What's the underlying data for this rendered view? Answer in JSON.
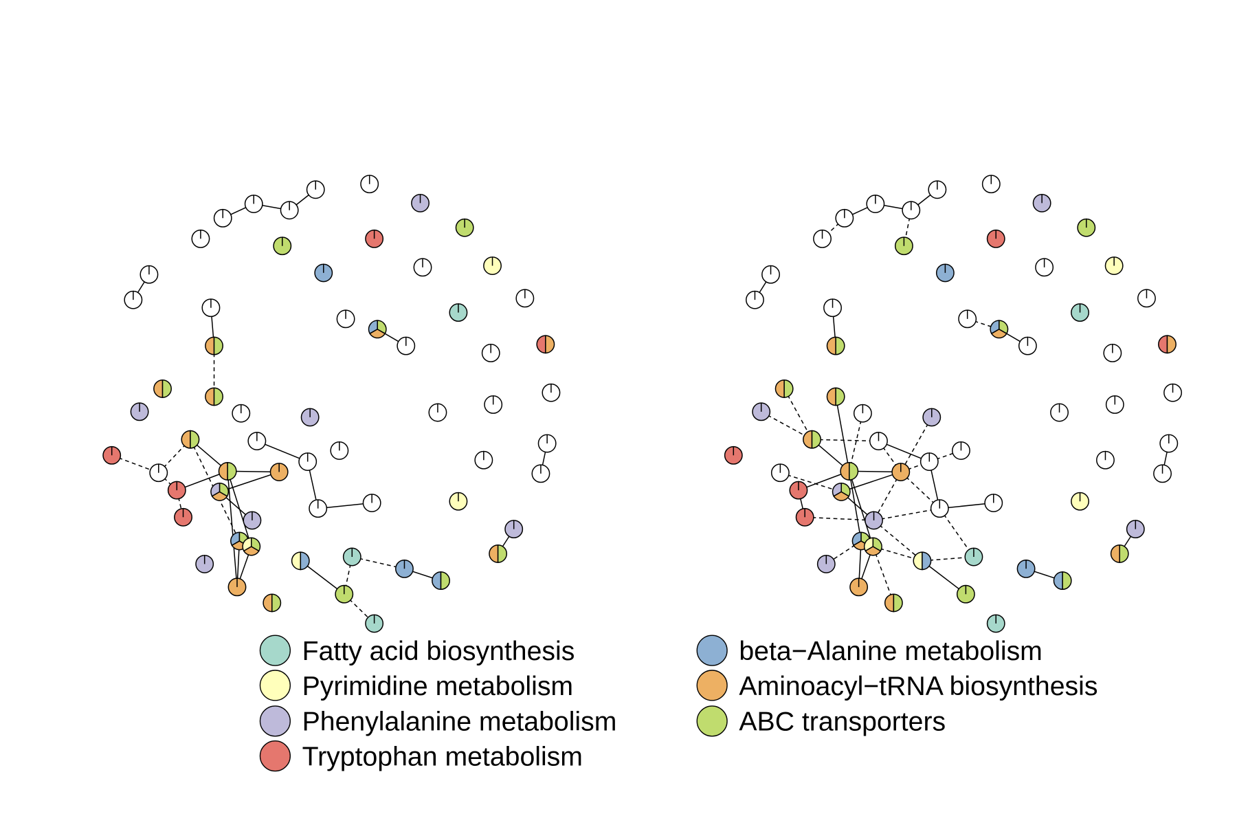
{
  "pathways": {
    "fatty": {
      "label": "Fatty acid biosynthesis",
      "color": "#A6D8CB"
    },
    "pyr": {
      "label": "Pyrimidine metabolism",
      "color": "#FFFFBB"
    },
    "phe": {
      "label": "Phenylalanine metabolism",
      "color": "#BEBADA"
    },
    "trp": {
      "label": "Tryptophan metabolism",
      "color": "#E5776E"
    },
    "beta": {
      "label": "beta−Alanine metabolism",
      "color": "#8DB0D3"
    },
    "amino": {
      "label": "Aminoacyl−tRNA biosynthesis",
      "color": "#EDB063"
    },
    "abc": {
      "label": "ABC transporters",
      "color": "#C0DC6E"
    },
    "none": {
      "label": "",
      "color": "#FFFFFF"
    }
  },
  "legend": {
    "left": [
      "fatty",
      "pyr",
      "phe",
      "trp"
    ],
    "right": [
      "beta",
      "amino",
      "abc"
    ],
    "labels": {
      "fatty": "Fatty acid biosynthesis",
      "pyr": "Pyrimidine metabolism",
      "phe": "Phenylalanine metabolism",
      "trp": "Tryptophan metabolism",
      "beta": "beta−Alanine metabolism",
      "amino": "Aminoacyl−tRNA biosynthesis",
      "abc": "ABC transporters"
    }
  },
  "nodes": [
    [
      "none"
    ],
    [
      "none"
    ],
    [
      "none"
    ],
    [
      "none"
    ],
    [
      "none"
    ],
    [
      "none"
    ],
    [
      "phe"
    ],
    [
      "abc"
    ],
    [
      "trp"
    ],
    [
      "abc"
    ],
    [
      "beta"
    ],
    [
      "none"
    ],
    [
      "pyr"
    ],
    [
      "none"
    ],
    [
      "none"
    ],
    [
      "none"
    ],
    [
      "fatty"
    ],
    [
      "none"
    ],
    [
      "none"
    ],
    [
      "beta",
      "amino",
      "abc"
    ],
    [
      "none"
    ],
    [
      "none"
    ],
    [
      "trp",
      "amino"
    ],
    [
      "amino",
      "abc"
    ],
    [
      "amino",
      "abc"
    ],
    [
      "amino",
      "abc"
    ],
    [
      "none"
    ],
    [
      "phe"
    ],
    [
      "none"
    ],
    [
      "phe"
    ],
    [
      "none"
    ],
    [
      "none"
    ],
    [
      "amino",
      "abc"
    ],
    [
      "none"
    ],
    [
      "none"
    ],
    [
      "none"
    ],
    [
      "none"
    ],
    [
      "none"
    ],
    [
      "trp"
    ],
    [
      "none"
    ],
    [
      "amino",
      "abc"
    ],
    [
      "amino"
    ],
    [
      "none"
    ],
    [
      "trp"
    ],
    [
      "phe",
      "amino",
      "abc"
    ],
    [
      "none"
    ],
    [
      "none"
    ],
    [
      "pyr"
    ],
    [
      "trp"
    ],
    [
      "phe"
    ],
    [
      "phe"
    ],
    [
      "beta",
      "amino",
      "abc"
    ],
    [
      "pyr",
      "amino",
      "abc"
    ],
    [
      "phe"
    ],
    [
      "pyr",
      "beta"
    ],
    [
      "fatty"
    ],
    [
      "beta"
    ],
    [
      "beta",
      "abc"
    ],
    [
      "amino",
      "abc"
    ],
    [
      "amino"
    ],
    [
      "amino",
      "abc"
    ],
    [
      "abc"
    ],
    [
      "fatty"
    ]
  ],
  "networks": [
    {
      "name": "left",
      "solid": [
        [
          1,
          2
        ],
        [
          2,
          3
        ],
        [
          3,
          4
        ],
        [
          14,
          15
        ],
        [
          18,
          24
        ],
        [
          20,
          21
        ],
        [
          34,
          35
        ],
        [
          35,
          46
        ],
        [
          46,
          47
        ],
        [
          37,
          43
        ],
        [
          33,
          41
        ],
        [
          41,
          42
        ],
        [
          41,
          44
        ],
        [
          45,
          42
        ],
        [
          41,
          53
        ],
        [
          41,
          60
        ],
        [
          45,
          50
        ],
        [
          52,
          60
        ],
        [
          53,
          60
        ],
        [
          55,
          62
        ],
        [
          57,
          58
        ],
        [
          51,
          59
        ]
      ],
      "dashed": [
        [
          24,
          26
        ],
        [
          39,
          40
        ],
        [
          40,
          33
        ],
        [
          40,
          44
        ],
        [
          44,
          49
        ],
        [
          33,
          52
        ],
        [
          56,
          57
        ],
        [
          56,
          62
        ],
        [
          62,
          63
        ]
      ]
    },
    {
      "name": "right",
      "solid": [
        [
          1,
          2
        ],
        [
          2,
          3
        ],
        [
          3,
          4
        ],
        [
          14,
          15
        ],
        [
          18,
          24
        ],
        [
          20,
          21
        ],
        [
          33,
          41
        ],
        [
          26,
          41
        ],
        [
          34,
          35
        ],
        [
          35,
          46
        ],
        [
          46,
          47
        ],
        [
          41,
          42
        ],
        [
          41,
          44
        ],
        [
          42,
          45
        ],
        [
          44,
          49
        ],
        [
          45,
          50
        ],
        [
          41,
          52
        ],
        [
          41,
          53
        ],
        [
          52,
          60
        ],
        [
          53,
          60
        ],
        [
          55,
          62
        ],
        [
          57,
          58
        ],
        [
          51,
          59
        ],
        [
          37,
          43
        ]
      ],
      "dashed": [
        [
          2,
          10
        ],
        [
          4,
          5
        ],
        [
          19,
          20
        ],
        [
          25,
          33
        ],
        [
          28,
          33
        ],
        [
          33,
          34
        ],
        [
          29,
          41
        ],
        [
          34,
          42
        ],
        [
          30,
          42
        ],
        [
          35,
          36
        ],
        [
          42,
          35
        ],
        [
          40,
          45
        ],
        [
          49,
          50
        ],
        [
          42,
          50
        ],
        [
          42,
          46
        ],
        [
          50,
          46
        ],
        [
          46,
          56
        ],
        [
          52,
          54
        ],
        [
          53,
          61
        ],
        [
          50,
          55
        ],
        [
          53,
          55
        ],
        [
          55,
          56
        ]
      ]
    }
  ]
}
